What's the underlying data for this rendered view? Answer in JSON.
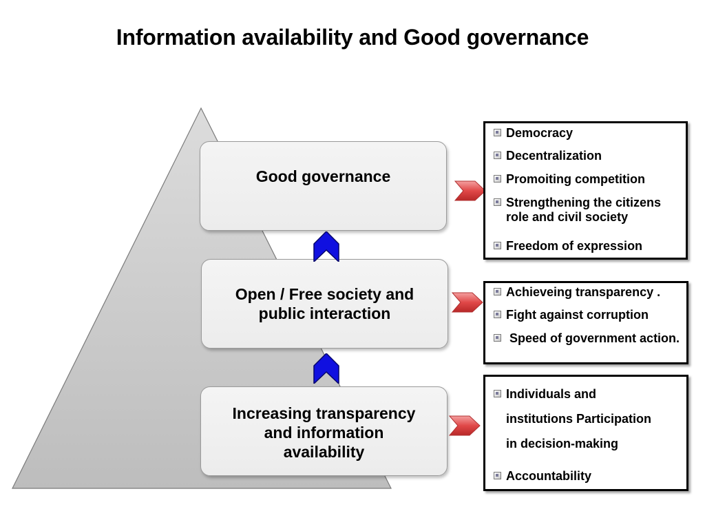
{
  "title": "Information availability and Good governance",
  "tiers": [
    {
      "label": "Good governance"
    },
    {
      "label": "Open / Free society and\npublic interaction"
    },
    {
      "label": "Increasing transparency\nand information\navailability"
    }
  ],
  "boxes": [
    {
      "items": [
        {
          "text": "Democracy"
        },
        {
          "text": "Decentralization"
        },
        {
          "text": "Promoiting competition"
        },
        {
          "text": "Strengthening the citizens role and civil society"
        },
        {
          "text": "Freedom of expression"
        }
      ]
    },
    {
      "items": [
        {
          "text": "Achieveing transparency ."
        },
        {
          "text": "Fight against corruption"
        },
        {
          "text": " Speed of government action."
        }
      ]
    },
    {
      "items": [
        {
          "text": "Individuals and"
        },
        {
          "text": "institutions Participation"
        },
        {
          "text": "in decision-making"
        },
        {
          "text": "Accountability"
        }
      ]
    }
  ],
  "colors": {
    "up_arrow": "#1010e0",
    "right_arrow": "#d84040",
    "pyramid": "#c8c8c8"
  },
  "icons": {
    "bullet": "square-bullet-icon",
    "up_arrow": "chevron-up-icon",
    "right_arrow": "chevron-right-arrow-icon"
  }
}
